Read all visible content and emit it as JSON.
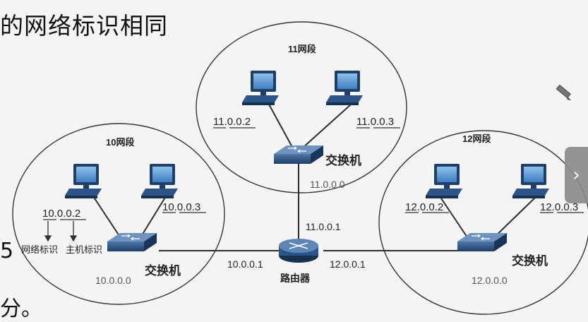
{
  "heading": "的网络标识相同",
  "left_fragments": [
    "5",
    "分。"
  ],
  "segments": [
    {
      "label": "10网段",
      "switch_label": "交换机",
      "switch_ip": "10.0.0.0",
      "pc_left_ip": "10.0.0.2",
      "pc_right_ip": "10.0.0.3"
    },
    {
      "label": "11网段",
      "switch_label": "交换机",
      "switch_ip": "11.0.0.0",
      "pc_left_ip": "11.0.0.2",
      "pc_right_ip": "11.0.0.3"
    },
    {
      "label": "12网段",
      "switch_label": "交换机",
      "switch_ip": "12.0.0.0",
      "pc_left_ip": "12.0.0.2",
      "pc_right_ip": "12.0.0.3"
    }
  ],
  "annotations": {
    "network_id": "网络标识",
    "host_id": "主机标识"
  },
  "router": {
    "label": "路由器",
    "ip_left": "10.0.0.1",
    "ip_top": "11.0.0.1",
    "ip_right": "12.0.0.1"
  },
  "nav": {
    "next_icon": "chevron-right-icon",
    "next_glyph": "›"
  },
  "tools": {
    "pen_icon": "pen-icon"
  },
  "colors": {
    "device": "#234a7c",
    "screen": "#5f9bd3",
    "line": "#2d2d2d"
  }
}
